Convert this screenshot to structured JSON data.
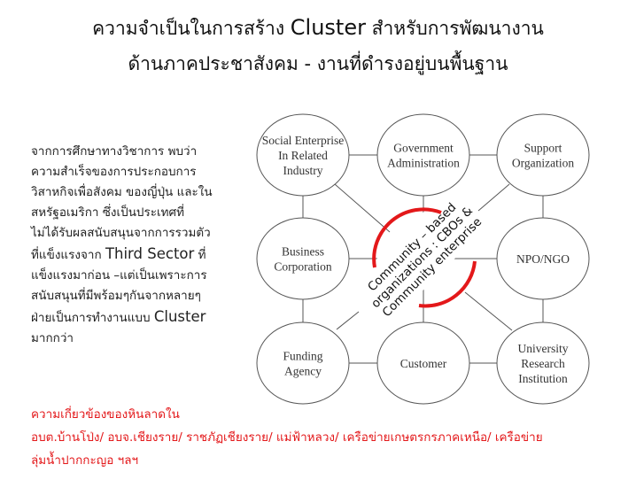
{
  "title": {
    "line1_a": "ความจำเป็นในการสร้าง",
    "line1_en": "Cluster",
    "line1_b": "สำหรับการพัฒนางาน",
    "line2": "ด้านภาคประชาสังคม - งานที่ดำรงอยู่บนพื้นฐาน"
  },
  "body": {
    "lines": [
      "จากการศึกษาทางวิชาการ พบว่า",
      "ความสำเร็จของการประกอบการ",
      "วิสาหกิจเพื่อสังคม ของญี่ปุ่น และใน",
      "สหรัฐอเมริกา ซึ่งเป็นประเทศที่",
      "ไม่ได้รับผลสนับสนุนจากการรวมตัว"
    ],
    "line6_a": "ที่แข็งแรงจาก",
    "line6_en": "Third Sector",
    "line6_b": "ที่",
    "line7": "แข็งแรงมาก่อน –แต่เป็นเพราะการ",
    "line8": "สนับสนุนที่มีพร้อมๆกันจากหลายๆ",
    "line9_a": "ฝ่ายเป็นการทำงานแบบ",
    "line9_en": "Cluster",
    "line10": "มากกว่า"
  },
  "diagram": {
    "nodes": [
      {
        "lines": [
          "Social Enterprise",
          "In Related",
          "Industry"
        ]
      },
      {
        "lines": [
          "Government",
          "Administration"
        ]
      },
      {
        "lines": [
          "Support",
          "Organization"
        ]
      },
      {
        "lines": [
          "Business",
          "Corporation"
        ]
      },
      {
        "lines": []
      },
      {
        "lines": [
          "NPO/NGO"
        ]
      },
      {
        "lines": [
          "Funding",
          "Agency"
        ]
      },
      {
        "lines": [
          "Customer"
        ]
      },
      {
        "lines": [
          "University",
          "Research",
          "Institution"
        ]
      }
    ],
    "center_lines": [
      "Community – based",
      "organizations : CBOs &",
      "Community enterprise"
    ],
    "accent": "#e3181a"
  },
  "red": {
    "line1": "ความเกี่ยวข้องของหินลาดใน",
    "line2": "อบต.บ้านโป่ง/ อบจ.เชียงราย/ ราชภัฏเชียงราย/ แม่ฟ้าหลวง/ เครือข่ายเกษตรกรภาคเหนือ/ เครือข่าย",
    "line3": "ลุ่มน้ำปากกะญอ ฯลฯ"
  }
}
